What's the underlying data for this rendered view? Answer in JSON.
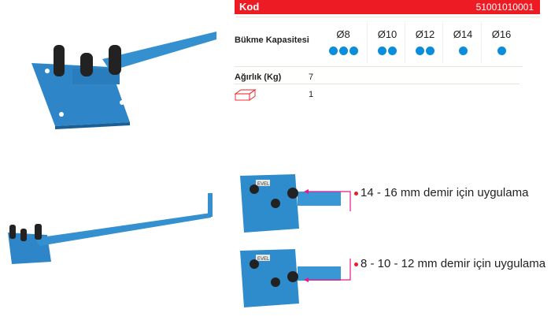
{
  "header": {
    "label": "Kod",
    "code": "51001010001"
  },
  "capacity": {
    "label": "Bükme Kapasitesi",
    "columns": [
      {
        "diameter": "Ø8",
        "dots": 3
      },
      {
        "diameter": "Ø10",
        "dots": 2
      },
      {
        "diameter": "Ø12",
        "dots": 2
      },
      {
        "diameter": "Ø14",
        "dots": 1
      },
      {
        "diameter": "Ø16",
        "dots": 1
      }
    ]
  },
  "weight": {
    "label": "Ağırlık (Kg)",
    "value": "7"
  },
  "package": {
    "icon": "box-icon",
    "value": "1"
  },
  "applications": [
    {
      "text": "14 - 16 mm demir için uygulama"
    },
    {
      "text": "8 - 10 - 12 mm demir için uygulama"
    }
  ],
  "brand": "EVEL",
  "colors": {
    "accent": "#ed1c24",
    "dot": "#0a8ddb",
    "arrow": "#e8188c",
    "machine": "#2e8ccc"
  }
}
